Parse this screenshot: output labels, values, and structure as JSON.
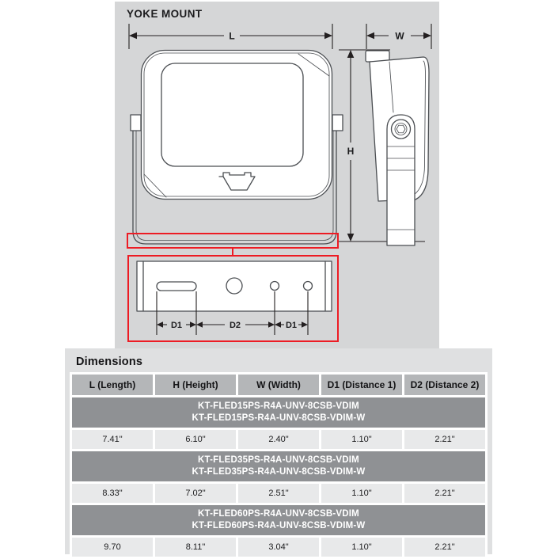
{
  "diagram": {
    "title": "YOKE MOUNT",
    "dim_labels": {
      "L": "L",
      "W": "W",
      "H": "H",
      "D1": "D1",
      "D2": "D2"
    }
  },
  "table": {
    "title": "Dimensions",
    "headers": [
      "L (Length)",
      "H (Height)",
      "W (Width)",
      "D1 (Distance 1)",
      "D2 (Distance 2)"
    ],
    "groups": [
      {
        "models": [
          "KT-FLED15PS-R4A-UNV-8CSB-VDIM",
          "KT-FLED15PS-R4A-UNV-8CSB-VDIM-W"
        ],
        "values": [
          "7.41\"",
          "6.10\"",
          "2.40\"",
          "1.10\"",
          "2.21\""
        ]
      },
      {
        "models": [
          "KT-FLED35PS-R4A-UNV-8CSB-VDIM",
          "KT-FLED35PS-R4A-UNV-8CSB-VDIM-W"
        ],
        "values": [
          "8.33\"",
          "7.02\"",
          "2.51\"",
          "1.10\"",
          "2.21\""
        ]
      },
      {
        "models": [
          "KT-FLED60PS-R4A-UNV-8CSB-VDIM",
          "KT-FLED60PS-R4A-UNV-8CSB-VDIM-W"
        ],
        "values": [
          "9.70",
          "8.11\"",
          "3.04\"",
          "1.10\"",
          "2.21\""
        ]
      }
    ]
  },
  "theme": {
    "accent_red": "#ed1c24",
    "drawing_line": "#4b4e52",
    "dimension_line": "#231f20",
    "diagram_panel_bg": "#d5d6d7",
    "table_panel_bg": "#dfe0e1",
    "header_cell_bg": "#b4b6b8",
    "model_row_bg": "#8f9194",
    "value_row_bg": "#e8e9ea"
  }
}
